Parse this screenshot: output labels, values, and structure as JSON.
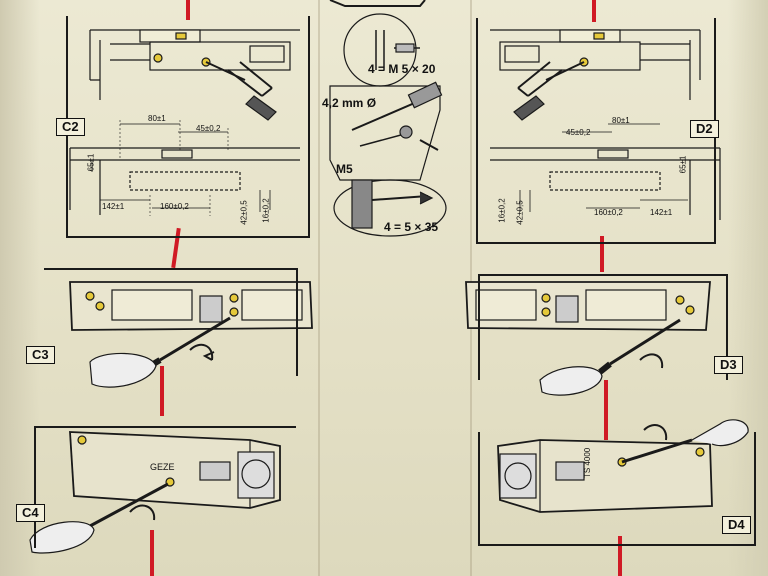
{
  "panels": {
    "c2": {
      "label": "C2",
      "dims": {
        "d80": "80±1",
        "d45": "45±0,2",
        "d65": "65±1",
        "d142": "142±1",
        "d160": "160±0,2",
        "d42": "42±0,5",
        "d16": "16±0,2"
      }
    },
    "d2": {
      "label": "D2",
      "dims": {
        "d80": "80±1",
        "d45": "45±0,2",
        "d65": "65±1",
        "d142": "142±1",
        "d160": "160±0,2",
        "d42": "42±0,5",
        "d16": "16±0,2"
      }
    },
    "c3": {
      "label": "C3"
    },
    "d3": {
      "label": "D3"
    },
    "c4": {
      "label": "C4"
    },
    "d4": {
      "label": "D4"
    }
  },
  "center": {
    "screw_m5": "4 = M 5 × 20",
    "drill": "4,2 mm Ø",
    "m5": "M5",
    "screw_wood": "4 = 5 × 35"
  },
  "device_print": {
    "model": "TS 4000",
    "brand": "GEZE"
  },
  "colors": {
    "red_arrow": "#d01a25",
    "paper": "#ebe8d0",
    "ink": "#1a1a1a"
  }
}
